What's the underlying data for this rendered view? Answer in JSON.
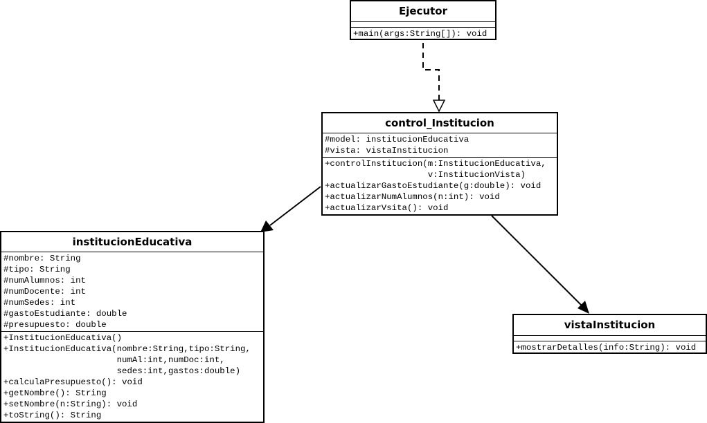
{
  "classes": {
    "ejecutor": {
      "name": "Ejecutor",
      "attributes": [],
      "operations": [
        "+main(args:String[]): void"
      ]
    },
    "control": {
      "name": "control_Institucion",
      "attributes": [
        "#model: institucionEducativa",
        "#vista: vistaInstitucion"
      ],
      "operations": [
        "+controlInstitucion(m:InstitucionEducativa,",
        "                    v:InstitucionVista)",
        "+actualizarGastoEstudiante(g:double): void",
        "+actualizarNumAlumnos(n:int): void",
        "+actualizarVsita(): void"
      ]
    },
    "institucion": {
      "name": "institucionEducativa",
      "attributes": [
        "#nombre: String",
        "#tipo: String",
        "#numAlumnos: int",
        "#numDocente: int",
        "#numSedes: int",
        "#gastoEstudiante: double",
        "#presupuesto: double"
      ],
      "operations": [
        "+InstitucionEducativa()",
        "+InstitucionEducativa(nombre:String,tipo:String,",
        "                      numAl:int,numDoc:int,",
        "                      sedes:int,gastos:double)",
        "+calculaPresupuesto(): void",
        "+getNombre(): String",
        "+setNombre(n:String): void",
        "+toString(): String"
      ]
    },
    "vista": {
      "name": "vistaInstitucion",
      "attributes": [],
      "operations": [
        "+mostrarDetalles(info:String): void"
      ]
    }
  },
  "relationships": [
    {
      "from": "ejecutor",
      "to": "control",
      "kind": "dependency-realization",
      "style": "dashed",
      "arrowhead": "hollow-triangle"
    },
    {
      "from": "control",
      "to": "institucion",
      "kind": "association",
      "style": "solid",
      "arrowhead": "filled"
    },
    {
      "from": "control",
      "to": "vista",
      "kind": "association",
      "style": "solid",
      "arrowhead": "filled"
    }
  ],
  "colors": {
    "line": "#000000",
    "background": "#ffffff"
  }
}
